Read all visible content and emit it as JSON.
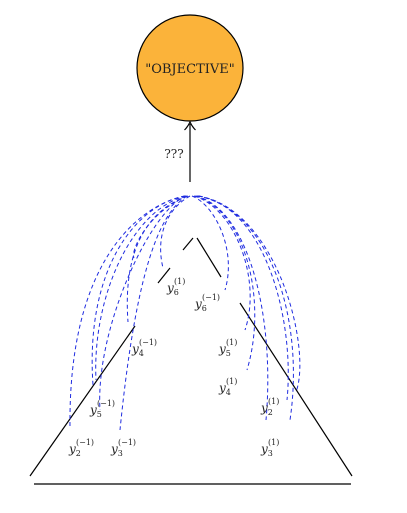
{
  "objective": {
    "label": "\"OBJECTIVE\"",
    "fill": "#FBB33A",
    "stroke": "#000000"
  },
  "arrow": {
    "label": "???"
  },
  "link_color": "#1F2CE0",
  "labels": {
    "y6_p1": {
      "base": "y",
      "sub": "6",
      "sup": "(1)"
    },
    "y6_m1": {
      "base": "y",
      "sub": "6",
      "sup": "(−1)"
    },
    "y4_m1": {
      "base": "y",
      "sub": "4",
      "sup": "(−1)"
    },
    "y5_p1": {
      "base": "y",
      "sub": "5",
      "sup": "(1)"
    },
    "y4_p1": {
      "base": "y",
      "sub": "4",
      "sup": "(1)"
    },
    "y5_m1": {
      "base": "y",
      "sub": "5",
      "sup": "(−1)"
    },
    "y2_p1": {
      "base": "y",
      "sub": "2",
      "sup": "(1)"
    },
    "y2_m1": {
      "base": "y",
      "sub": "2",
      "sup": "(−1)"
    },
    "y3_m1": {
      "base": "y",
      "sub": "3",
      "sup": "(−1)"
    },
    "y3_p1": {
      "base": "y",
      "sub": "3",
      "sup": "(1)"
    }
  }
}
